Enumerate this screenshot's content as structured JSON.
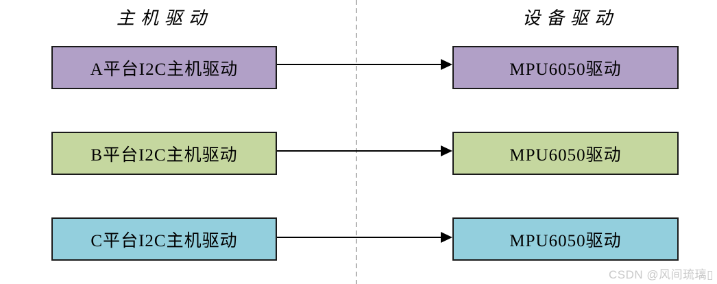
{
  "headers": {
    "left": "主机驱动",
    "right": "设备驱动"
  },
  "rows": [
    {
      "left_label": "A平台I2C主机驱动",
      "right_label": "MPU6050驱动",
      "color": "#b1a0c7"
    },
    {
      "left_label": "B平台I2C主机驱动",
      "right_label": "MPU6050驱动",
      "color": "#c5d79f"
    },
    {
      "left_label": "C平台I2C主机驱动",
      "right_label": "MPU6050驱动",
      "color": "#93cfdd"
    }
  ],
  "colors": {
    "box_border": "#1a1a1a",
    "arrow": "#000000",
    "divider_dash": "#b5b5b5",
    "watermark_text": "#c9c9c9",
    "background": "#ffffff"
  },
  "watermark": {
    "text": "CSDN @风间琉璃▯"
  }
}
